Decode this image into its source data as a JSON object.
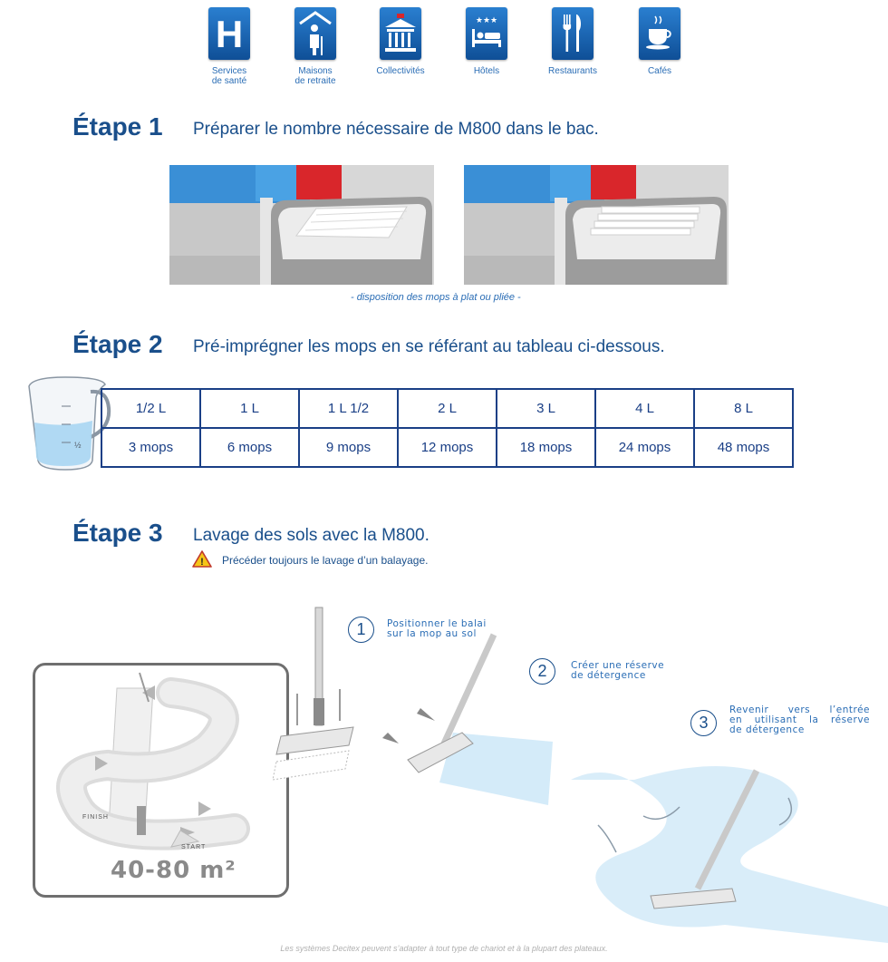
{
  "categories": [
    {
      "label_line1": "Services",
      "label_line2": "de santé",
      "icon": "hospital-icon"
    },
    {
      "label_line1": "Maisons",
      "label_line2": "de retraite",
      "icon": "elderly-person-icon"
    },
    {
      "label_line1": "Collectivités",
      "label_line2": "",
      "icon": "public-building-icon"
    },
    {
      "label_line1": "Hôtels",
      "label_line2": "",
      "icon": "hotel-bed-icon"
    },
    {
      "label_line1": "Restaurants",
      "label_line2": "",
      "icon": "fork-knife-icon"
    },
    {
      "label_line1": "Cafés",
      "label_line2": "",
      "icon": "coffee-cup-icon"
    }
  ],
  "step1": {
    "number": "Étape 1",
    "text": "Préparer le nombre nécessaire de M800 dans le bac.",
    "caption": "- disposition des mops à plat ou pliée -"
  },
  "step2": {
    "number": "Étape 2",
    "text": "Pré-imprégner les mops en se référant au tableau ci-dessous.",
    "jug_mark": "½",
    "volumes": [
      "1/2 L",
      "1 L",
      "1 L 1/2",
      "2 L",
      "3 L",
      "4 L",
      "8 L"
    ],
    "mops": [
      "3 mops",
      "6 mops",
      "9 mops",
      "12 mops",
      "18 mops",
      "24 mops",
      "48 mops"
    ]
  },
  "step3": {
    "number": "Étape 3",
    "text": "Lavage des sols avec la M800.",
    "warning": "Précéder toujours le lavage d’un balayage.",
    "instructions": [
      {
        "n": "1",
        "line1": "Positionner le balai",
        "line2": "sur la mop au sol",
        "line3": ""
      },
      {
        "n": "2",
        "line1": "Créer une réserve",
        "line2": "de détergence",
        "line3": ""
      },
      {
        "n": "3",
        "line1": "Revenir vers l’entrée",
        "line2": "en utilisant la réserve",
        "line3": "de détergence"
      }
    ],
    "finish": "FINISH",
    "start": "START",
    "area": "40-80 m²"
  },
  "footer": "Les systèmes Decitex peuvent s’adapter à tout type de chariot et à la plupart des plateaux.",
  "colors": {
    "brand_blue": "#1a4f8b",
    "icon_blue": "#1f6dbd",
    "cart_red": "#d9262b",
    "water": "#cfe9f8"
  }
}
